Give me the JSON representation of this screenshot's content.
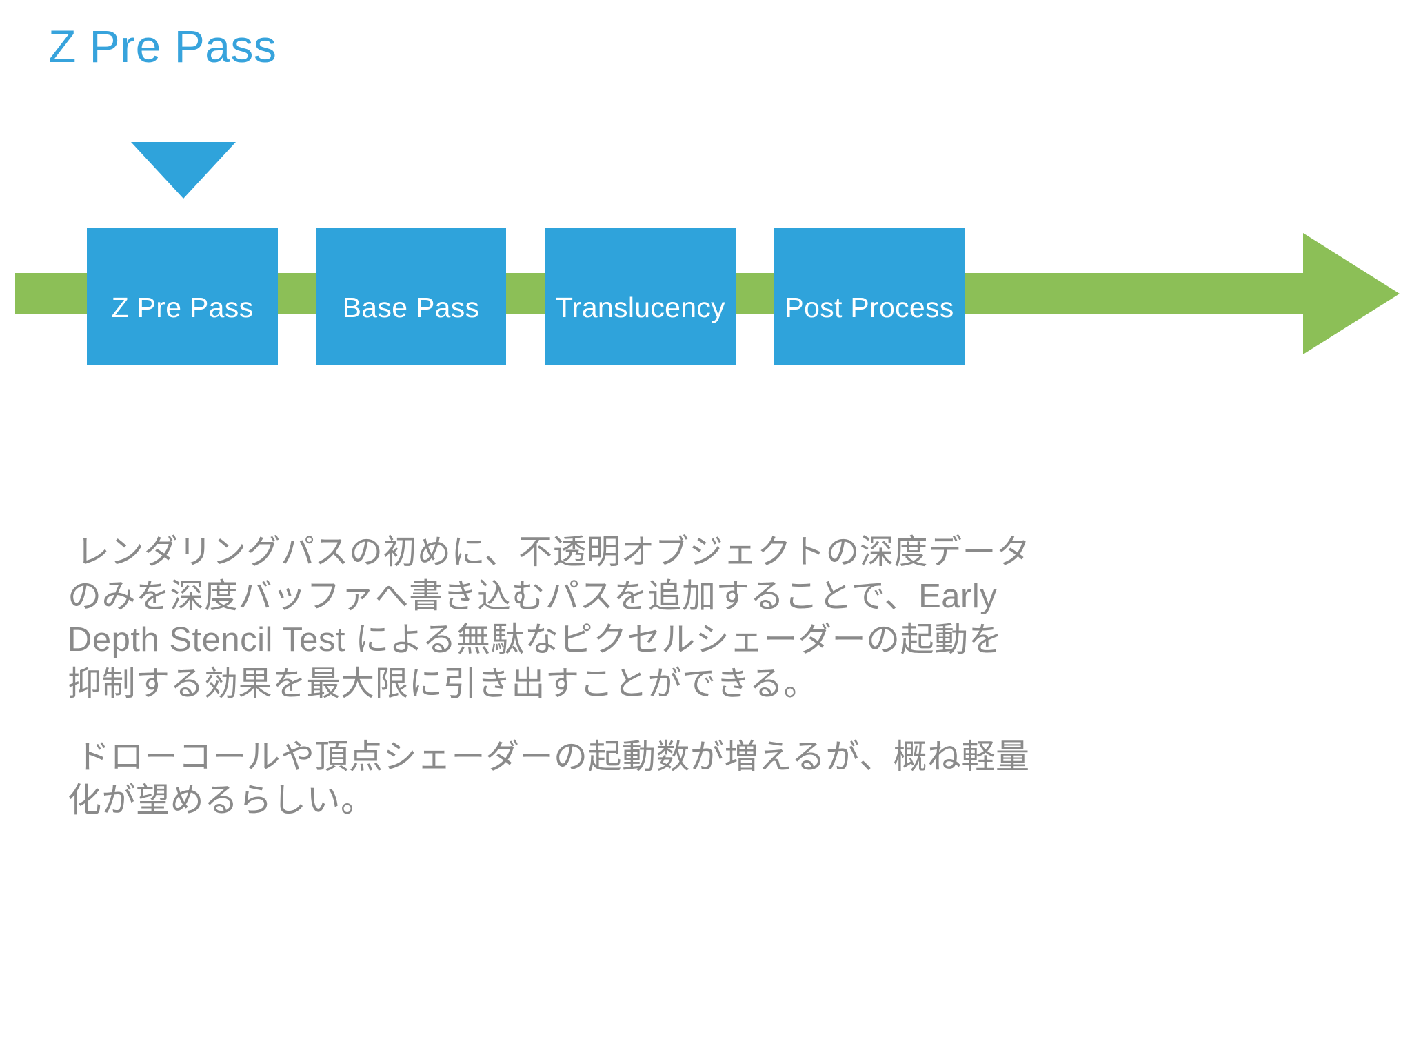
{
  "slide": {
    "title": "Z Pre Pass",
    "background_color": "#FFFFFF"
  },
  "colors": {
    "title_blue": "#37A3DC",
    "box_blue": "#2FA3DB",
    "arrow_green": "#8CBF57",
    "body_gray": "#8A8A8A",
    "box_label_white": "#FFFFFF"
  },
  "diagram": {
    "type": "process-flow",
    "direction": "left-to-right",
    "marker": {
      "shape": "down-triangle",
      "points_at": "Z Pre Pass",
      "color": "#2FA3DB"
    },
    "arrow": {
      "shape": "right-arrow",
      "color": "#8CBF57"
    },
    "stages": [
      {
        "label": "Z Pre Pass",
        "highlighted": true
      },
      {
        "label": "Base Pass",
        "highlighted": false
      },
      {
        "label": "Translucency",
        "highlighted": false
      },
      {
        "label": "Post Process",
        "highlighted": false
      }
    ]
  },
  "body": {
    "paragraphs": [
      "レンダリングパスの初めに、不透明オブジェクトの深度データのみを深度バッファへ書き込むパスを追加することで、Early Depth Stencil Test による無駄なピクセルシェーダーの起動を抑制する効果を最大限に引き出すことができる。",
      "ドローコールや頂点シェーダーの起動数が増えるが、概ね軽量化が望めるらしい。"
    ]
  }
}
